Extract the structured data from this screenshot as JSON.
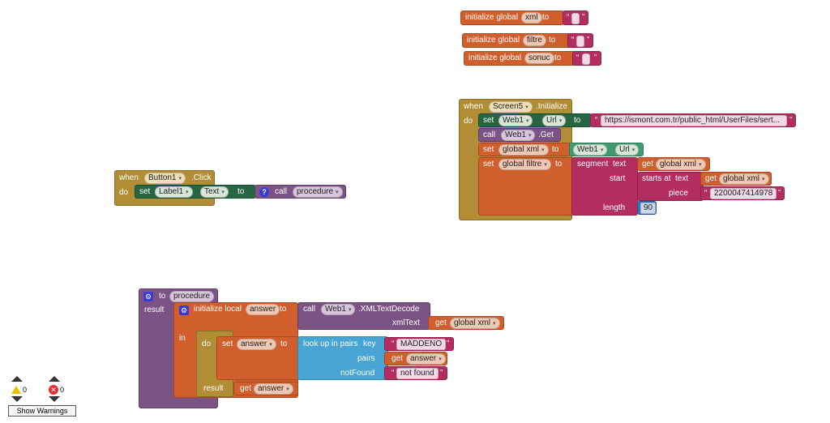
{
  "globals": [
    {
      "init": "initialize global",
      "name": "xml",
      "to": "to",
      "value": ""
    },
    {
      "init": "initialize global",
      "name": "filtre",
      "to": "to",
      "value": ""
    },
    {
      "init": "initialize global",
      "name": "sonuc",
      "to": "to",
      "value": ""
    }
  ],
  "screen_init": {
    "when": "when",
    "component": "Screen5",
    "event": ".Initialize",
    "do": "do",
    "set1": {
      "set": "set",
      "component": "Web1",
      "prop": "Url",
      "to": "to",
      "url": "https://ismont.com.tr/public_html/UserFiles/sert..."
    },
    "call1": {
      "call": "call",
      "component": "Web1",
      "method": ".Get"
    },
    "set2": {
      "set": "set",
      "var": "global xml",
      "to": "to",
      "component": "Web1",
      "prop": "Url"
    },
    "set3": {
      "set": "set",
      "var": "global filtre",
      "to": "to",
      "segment": "segment",
      "text_label": "text",
      "get": "get",
      "get_var": "global xml",
      "start": "start",
      "starts_at": "starts at",
      "text2": "text",
      "get2": "get",
      "get_var2": "global xml",
      "piece": "piece",
      "piece_value": "2200047414978",
      "length": "length",
      "length_value": "90"
    }
  },
  "button_click": {
    "when": "when",
    "component": "Button1",
    "event": ".Click",
    "do": "do",
    "set": "set",
    "target": "Label1",
    "prop": "Text",
    "to": "to",
    "call": "call",
    "procedure": "procedure"
  },
  "procedure": {
    "to": "to",
    "name": "procedure",
    "result": "result",
    "init_local": "initialize local",
    "local_name": "answer",
    "to2": "to",
    "call": "call",
    "component": "Web1",
    "method": ".XMLTextDecode",
    "xml_text": "xmlText",
    "get": "get",
    "get_var": "global xml",
    "in": "in",
    "do": "do",
    "set": "set",
    "set_var": "answer",
    "to3": "to",
    "lookup": "look up in pairs",
    "key": "key",
    "key_value": "MADDENO",
    "pairs": "pairs",
    "get2": "get",
    "pairs_var": "answer",
    "not_found": "notFound",
    "not_found_value": "not found",
    "result2": "result",
    "get3": "get",
    "result_var": "answer"
  },
  "warnings": {
    "warn_count": "0",
    "error_count": "0",
    "button": "Show Warnings"
  }
}
